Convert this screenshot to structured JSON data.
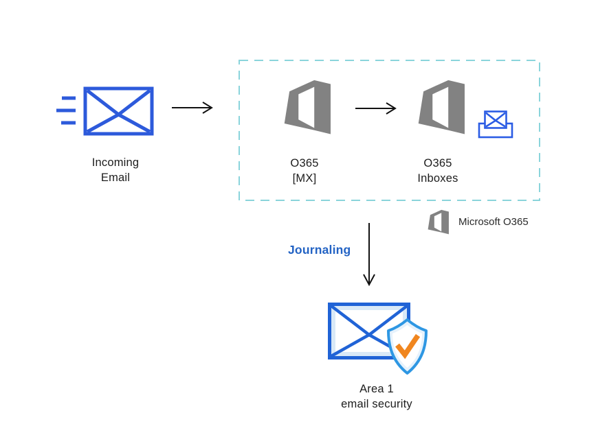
{
  "diagram": {
    "incoming": {
      "line1": "Incoming",
      "line2": "Email"
    },
    "o365_mx": {
      "line1": "O365",
      "line2": "[MX]"
    },
    "o365_inboxes": {
      "line1": "O365",
      "line2": "Inboxes"
    },
    "journaling": {
      "label": "Journaling"
    },
    "legend": {
      "label": "Microsoft O365"
    },
    "area1": {
      "line1": "Area 1",
      "line2": "email security"
    }
  },
  "icons": {
    "incoming_envelope": "envelope-with-speed-lines-icon",
    "office_logo_mx": "office365-logo-icon",
    "office_logo_inboxes": "office365-logo-icon",
    "inbox_tray": "inbox-envelope-icon",
    "legend_logo": "office365-logo-icon",
    "area1_icon": "envelope-shield-check-icon"
  },
  "colors": {
    "royal-blue": "#2D5ADB",
    "inbox-blue": "#2B5CE4",
    "office-gray": "#828282",
    "dash-teal": "#8AD4DB",
    "journaling-blue": "#2363C4",
    "area1-border-blue": "#2063D6",
    "area1-fill-blue": "#D9E9F7",
    "shield-blue": "#2E97E3",
    "shield-fill": "#E6F2FC",
    "check-orange": "#F0861F",
    "arrow-black": "#111111",
    "text-black": "#1C1C1C"
  }
}
